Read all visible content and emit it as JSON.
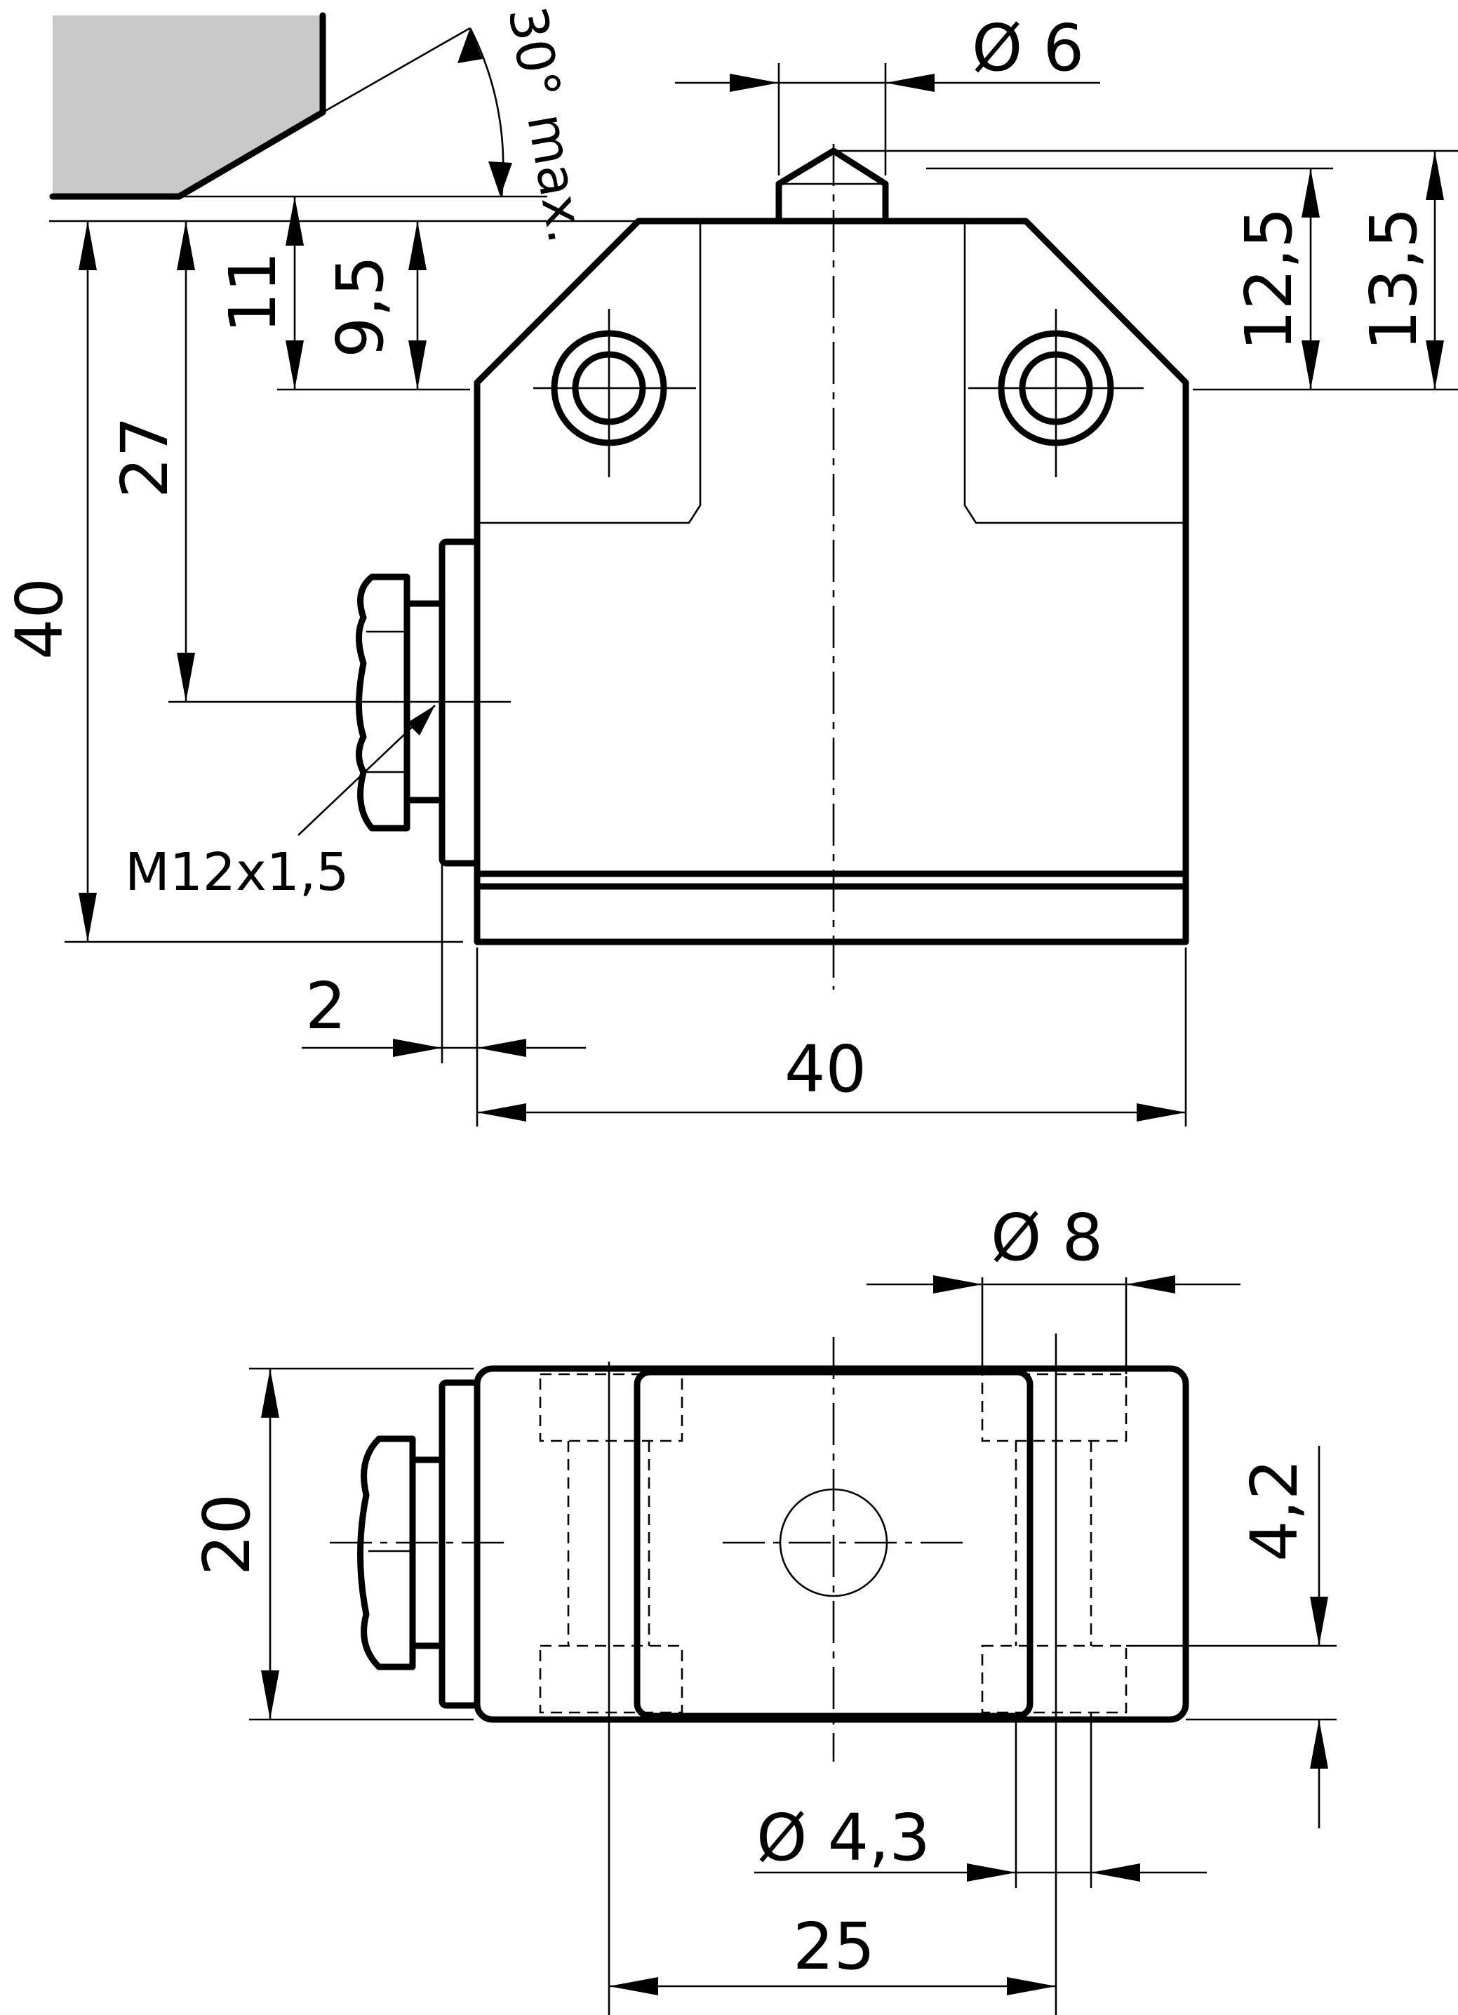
{
  "dimensions": {
    "angle_label": "30° max.",
    "plunger_diameter": "Ø 6",
    "height_12_5": "12,5",
    "height_13_5": "13,5",
    "height_11": "11",
    "height_9_5": "9,5",
    "height_27": "27",
    "height_40": "40",
    "thread": "M12x1,5",
    "offset_2": "2",
    "width_40": "40",
    "diameter_8": "Ø 8",
    "width_20": "20",
    "depth_4_2": "4,2",
    "hole_diameter": "Ø 4,3",
    "hole_spacing": "25"
  }
}
